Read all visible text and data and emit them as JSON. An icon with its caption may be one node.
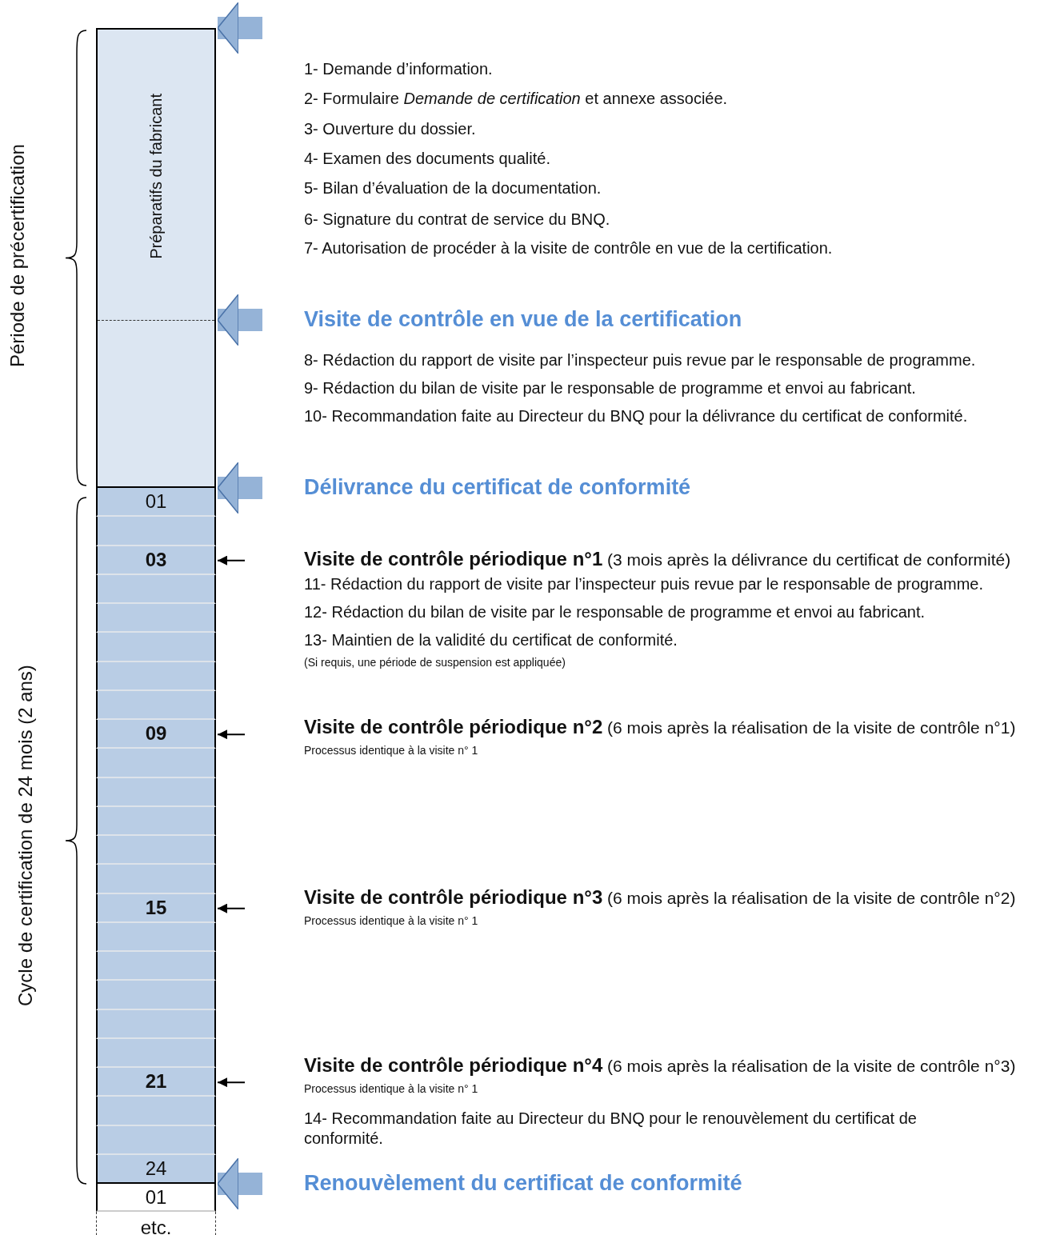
{
  "diagram": {
    "nodes": [
      {
        "text": [
          "Préparatifs du fabricant"
        ]
      },
      {
        "text": [
          "01"
        ]
      },
      {
        "text": [],
        "shape": "box"
      },
      {
        "text": [
          "03"
        ]
      },
      {
        "text": [],
        "shape": "box"
      },
      {
        "text": [],
        "shape": "box"
      },
      {
        "text": [],
        "shape": "box"
      },
      {
        "text": [],
        "shape": "box"
      },
      {
        "text": [],
        "shape": "box"
      },
      {
        "text": [
          "09"
        ]
      },
      {
        "text": [],
        "shape": "box"
      },
      {
        "text": [],
        "shape": "box"
      },
      {
        "text": [],
        "shape": "box"
      },
      {
        "text": [],
        "shape": "box"
      },
      {
        "text": [],
        "shape": "box"
      },
      {
        "text": [
          "15"
        ]
      },
      {
        "text": [],
        "shape": "box"
      },
      {
        "text": [],
        "shape": "box"
      },
      {
        "text": [],
        "shape": "box"
      },
      {
        "text": [],
        "shape": "box"
      },
      {
        "text": [],
        "shape": "box"
      },
      {
        "text": [
          "21"
        ]
      },
      {
        "text": [],
        "shape": "box"
      },
      {
        "text": [],
        "shape": "box"
      },
      {
        "text": [
          "24"
        ]
      },
      {
        "text": [
          "01"
        ]
      },
      {
        "text": [
          "etc."
        ]
      }
    ],
    "edges": [
      {
        "from": null,
        "to": 0,
        "arrow": "to",
        "style": "thick",
        "color": "#95b3d7"
      },
      {
        "from": null,
        "to": 0,
        "arrow": "to",
        "style": "thick",
        "color": "#95b3d7"
      },
      {
        "from": null,
        "to": 1,
        "arrow": "to",
        "style": "thick",
        "color": "#95b3d7"
      },
      {
        "from": null,
        "to": 3,
        "arrow": "to",
        "color": "#000000"
      },
      {
        "from": null,
        "to": 9,
        "arrow": "to",
        "color": "#000000"
      },
      {
        "from": null,
        "to": 15,
        "arrow": "to",
        "color": "#000000"
      },
      {
        "from": null,
        "to": 21,
        "arrow": "to",
        "color": "#000000"
      },
      {
        "from": null,
        "to": 24,
        "arrow": "to",
        "style": "thick",
        "color": "#95b3d7"
      }
    ],
    "labels": [
      "Période de précertification",
      "Cycle de certification de 24 mois (2 ans)",
      "1- Demande d’information.",
      "2- Formulaire *Demande de certification* et annexe associée.",
      "3- Ouverture du dossier.",
      "4- Examen des documents qualité.",
      "5- Bilan d’évaluation de la documentation.",
      "6- Signature du contrat de service du BNQ.",
      "7- Autorisation de procéder à la visite de contrôle en vue de la certification.",
      "Visite de contrôle en vue de la certification",
      "8- Rédaction du rapport de visite par l’inspecteur puis revue par le responsable de programme.",
      "9- Rédaction du bilan de visite par le responsable de programme et envoi au fabricant.",
      "10- Recommandation faite au Directeur du BNQ pour la délivrance du certificat de conformité.",
      "Délivrance du certificat de conformité",
      "**Visite de contrôle périodique n°1** (3 mois après la délivrance du certificat de conformité)",
      "11- Rédaction du rapport de visite par l’inspecteur puis revue par le responsable de programme.",
      "12- Rédaction du bilan de visite par le responsable de programme et envoi au fabricant.",
      "13- Maintien de la validité du certificat de conformité.",
      "(Si requis, une période de suspension est appliquée)",
      "**Visite de contrôle périodique n°2** (6 mois après la réalisation de la visite de contrôle n°1)",
      "Processus identique à la visite n° 1",
      "**Visite de contrôle périodique n°3** (6 mois après la réalisation de la visite de contrôle n°2)",
      "Processus identique à la visite n° 1",
      "**Visite de contrôle périodique n°4** (6 mois après la réalisation de la visite de contrôle n°3)",
      "Processus identique à la visite n° 1",
      "14- Recommandation faite au Directeur du BNQ pour le renouvèlement du certificat de conformité.",
      "Renouvèlement du certificat de conformité"
    ]
  }
}
